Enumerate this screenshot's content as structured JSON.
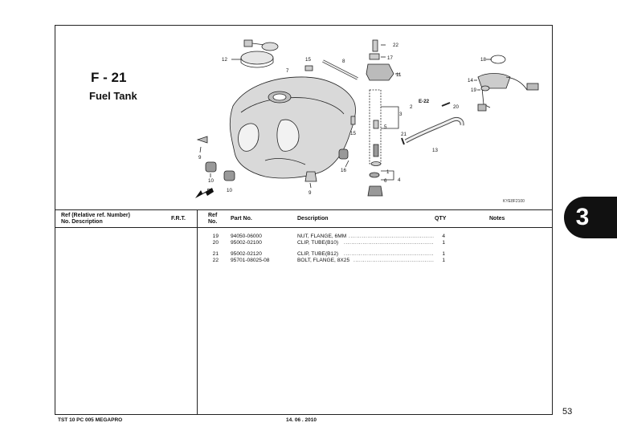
{
  "section": {
    "code": "F - 21",
    "title": "Fuel Tank"
  },
  "diagram": {
    "code": "KYE8F2100",
    "callouts": [
      "22",
      "17",
      "11",
      "12",
      "15",
      "8",
      "7",
      "18",
      "14",
      "19",
      "E-22",
      "20",
      "2",
      "3",
      "5",
      "21",
      "13",
      "15",
      "9",
      "16",
      "1",
      "4",
      "6",
      "10",
      "10",
      "9",
      "FR."
    ]
  },
  "table": {
    "headers": {
      "ref_left": "Ref  (Relative ref. Number)",
      "ref_left_sub": "No.  Description",
      "frt": "F.R.T.",
      "ref": "Ref",
      "ref_sub": "No.",
      "part_no": "Part No.",
      "description": "Description",
      "qty": "QTY",
      "notes": "Notes"
    },
    "rows": [
      {
        "ref": "19",
        "part_no": "94050-06000",
        "description": "NUT, FLANGE, 6MM",
        "qty": "4"
      },
      {
        "ref": "20",
        "part_no": "95002-02100",
        "description": "CLIP, TUBE(B10)",
        "qty": "1"
      },
      {
        "ref": "21",
        "part_no": "95002-02120",
        "description": "CLIP, TUBE(B12)",
        "qty": "1"
      },
      {
        "ref": "22",
        "part_no": "95701-08025-08",
        "description": "BOLT, FLANGE, 8X25",
        "qty": "1"
      }
    ]
  },
  "chapter_tab": "3",
  "page_number": "53",
  "footer": {
    "left": "TST 10 PC 005 MEGAPRO",
    "date": "14. 06 . 2010"
  }
}
